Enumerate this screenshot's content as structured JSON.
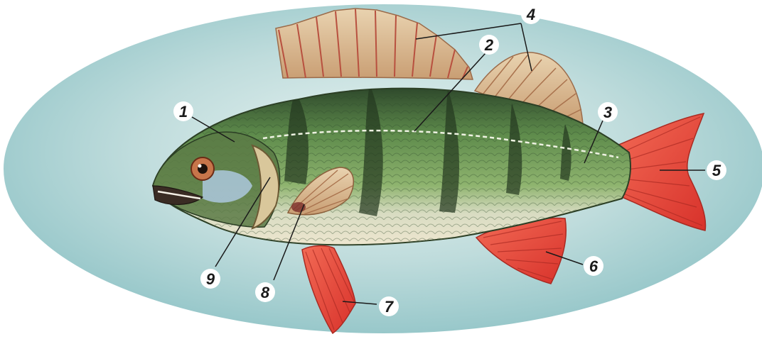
{
  "diagram": {
    "subject": "perch-anatomy",
    "background_color": "#cfe6e6",
    "body_color": "#6f9a55",
    "fin_color": "#e8463a",
    "dorsal_fin_color": "#d9b98e",
    "labels": [
      {
        "id": "1",
        "text": "1"
      },
      {
        "id": "2",
        "text": "2"
      },
      {
        "id": "3",
        "text": "3"
      },
      {
        "id": "4",
        "text": "4"
      },
      {
        "id": "5",
        "text": "5"
      },
      {
        "id": "6",
        "text": "6"
      },
      {
        "id": "7",
        "text": "7"
      },
      {
        "id": "8",
        "text": "8"
      },
      {
        "id": "9",
        "text": "9"
      }
    ]
  }
}
